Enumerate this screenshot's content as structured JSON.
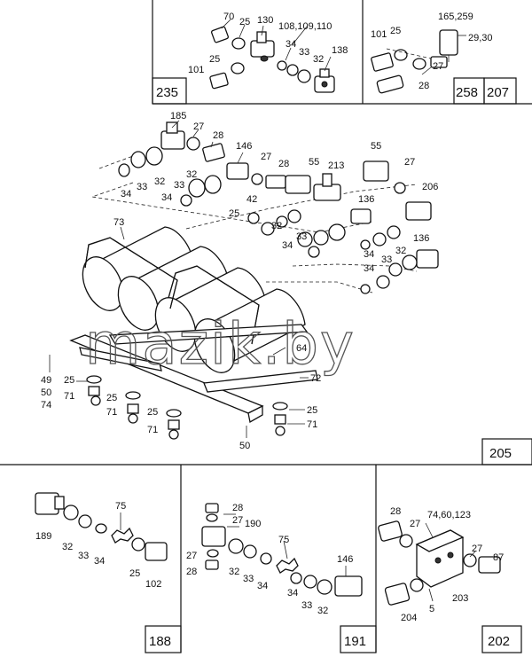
{
  "watermark": "mazik.by",
  "boxes": [
    "235",
    "258",
    "207",
    "205",
    "188",
    "191",
    "202"
  ],
  "panel_top_left_labels": [
    "70",
    "25",
    "130",
    "108,109,110",
    "34",
    "33",
    "32",
    "138",
    "25",
    "101"
  ],
  "panel_top_right_labels": [
    "165,259",
    "101",
    "25",
    "29,30",
    "27",
    "28"
  ],
  "main_labels": [
    "185",
    "27",
    "28",
    "146",
    "27",
    "28",
    "55",
    "213",
    "55",
    "27",
    "206",
    "32",
    "33",
    "34",
    "32",
    "33",
    "34",
    "42",
    "25",
    "32",
    "33",
    "34",
    "136",
    "34",
    "32",
    "33",
    "136",
    "34",
    "33",
    "32",
    "73",
    "64",
    "72",
    "49",
    "50",
    "74",
    "25",
    "71",
    "25",
    "71",
    "25",
    "71",
    "25",
    "71",
    "50"
  ],
  "bottom_left_labels": [
    "75",
    "189",
    "32",
    "33",
    "34",
    "25",
    "102"
  ],
  "bottom_mid_labels": [
    "28",
    "27",
    "190",
    "27",
    "28",
    "32",
    "33",
    "34",
    "75",
    "146",
    "34",
    "33",
    "32"
  ],
  "bottom_right_labels": [
    "28",
    "74,60,123",
    "27",
    "27",
    "87",
    "203",
    "5",
    "204"
  ]
}
